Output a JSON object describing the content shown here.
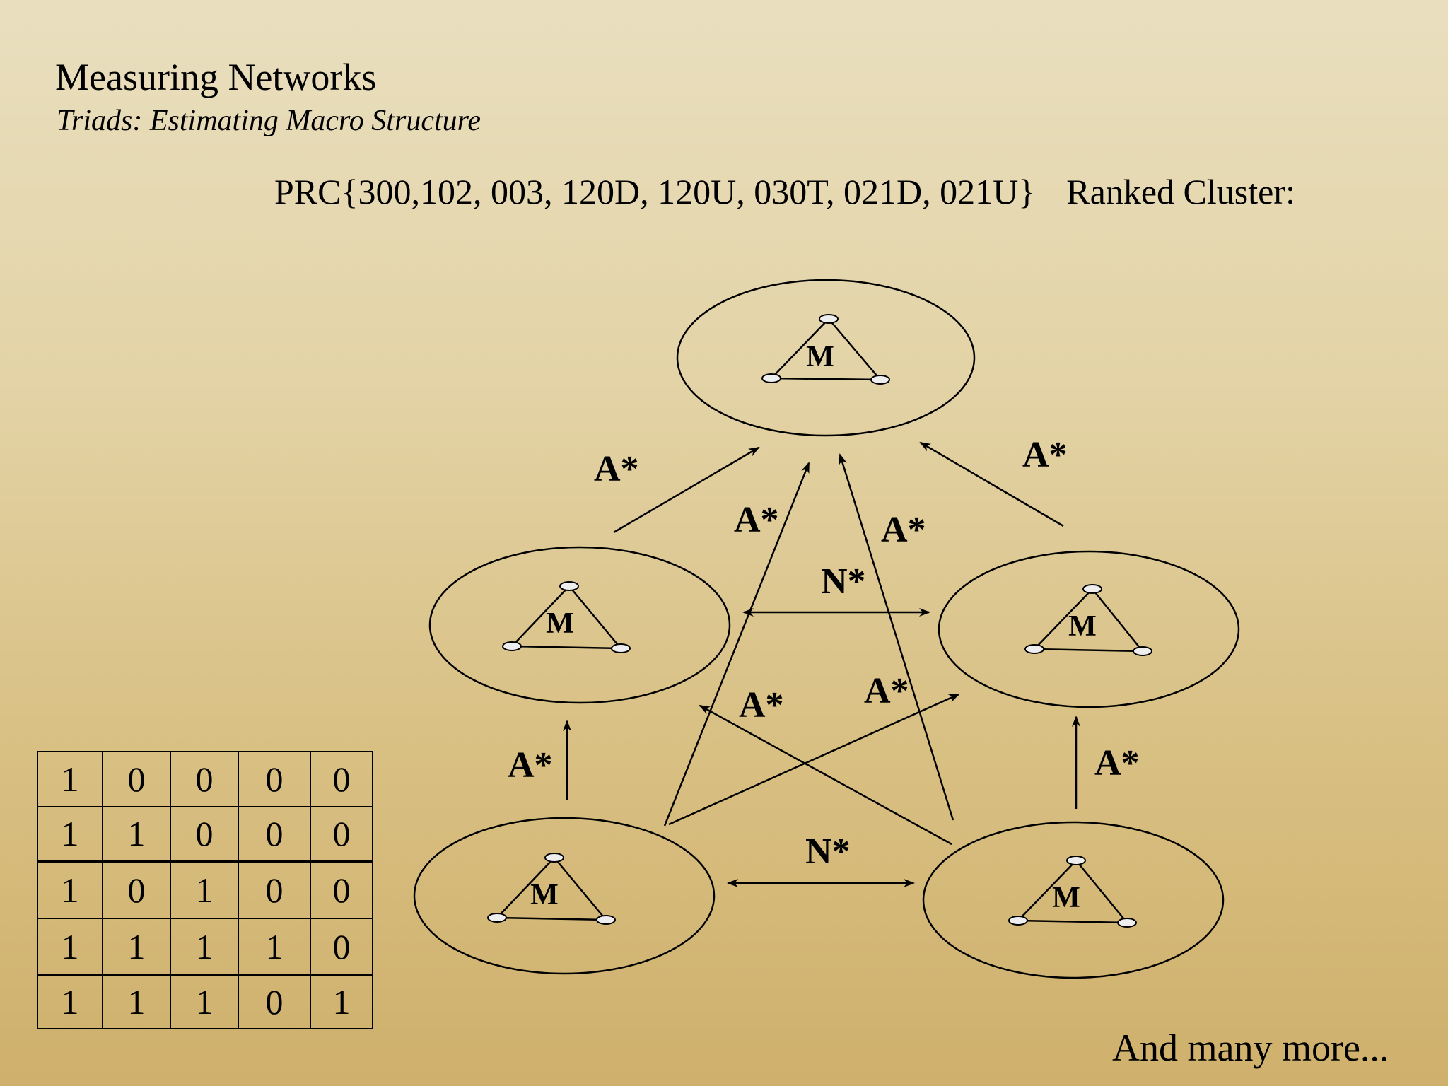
{
  "header": {
    "title": "Measuring Networks",
    "subtitle": "Triads: Estimating Macro Structure"
  },
  "formula": {
    "prc": "PRC{300,102, 003, 120D, 120U, 030T, 021D, 021U}",
    "ranked_cluster": "Ranked Cluster:"
  },
  "diagram": {
    "cluster_label": "M",
    "edge_labels": {
      "asym": "A*",
      "null": "N*"
    }
  },
  "matrix": [
    [
      "1",
      "0",
      "0",
      "0",
      "0"
    ],
    [
      "1",
      "1",
      "0",
      "0",
      "0"
    ],
    [
      "1",
      "0",
      "1",
      "0",
      "0"
    ],
    [
      "1",
      "1",
      "1",
      "1",
      "0"
    ],
    [
      "1",
      "1",
      "1",
      "0",
      "1"
    ]
  ],
  "footer": {
    "text": "And many more..."
  }
}
